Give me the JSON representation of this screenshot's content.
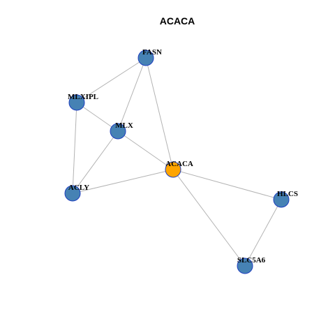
{
  "title": "ACACA",
  "colors": {
    "focus_node": "#FFA500",
    "default_node": "#4682B4",
    "node_border": "#1F3FBF",
    "edge": "#B3B3B3"
  },
  "nodes": [
    {
      "id": "FASN",
      "label": "FASN",
      "focus": false
    },
    {
      "id": "MLXIPL",
      "label": "MLXIPL",
      "focus": false
    },
    {
      "id": "MLX",
      "label": "MLX",
      "focus": false
    },
    {
      "id": "ACACA",
      "label": "ACACA",
      "focus": true
    },
    {
      "id": "ACLY",
      "label": "ACLY",
      "focus": false
    },
    {
      "id": "HLCS",
      "label": "HLCS",
      "focus": false
    },
    {
      "id": "SLC5A6",
      "label": "SLC5A6",
      "focus": false
    }
  ],
  "edges": [
    {
      "source": "FASN",
      "target": "MLXIPL"
    },
    {
      "source": "FASN",
      "target": "MLX"
    },
    {
      "source": "FASN",
      "target": "ACACA"
    },
    {
      "source": "MLXIPL",
      "target": "MLX"
    },
    {
      "source": "MLXIPL",
      "target": "ACLY"
    },
    {
      "source": "MLX",
      "target": "ACACA"
    },
    {
      "source": "MLX",
      "target": "ACLY"
    },
    {
      "source": "ACLY",
      "target": "ACACA"
    },
    {
      "source": "ACACA",
      "target": "HLCS"
    },
    {
      "source": "ACACA",
      "target": "SLC5A6"
    },
    {
      "source": "HLCS",
      "target": "SLC5A6"
    }
  ]
}
